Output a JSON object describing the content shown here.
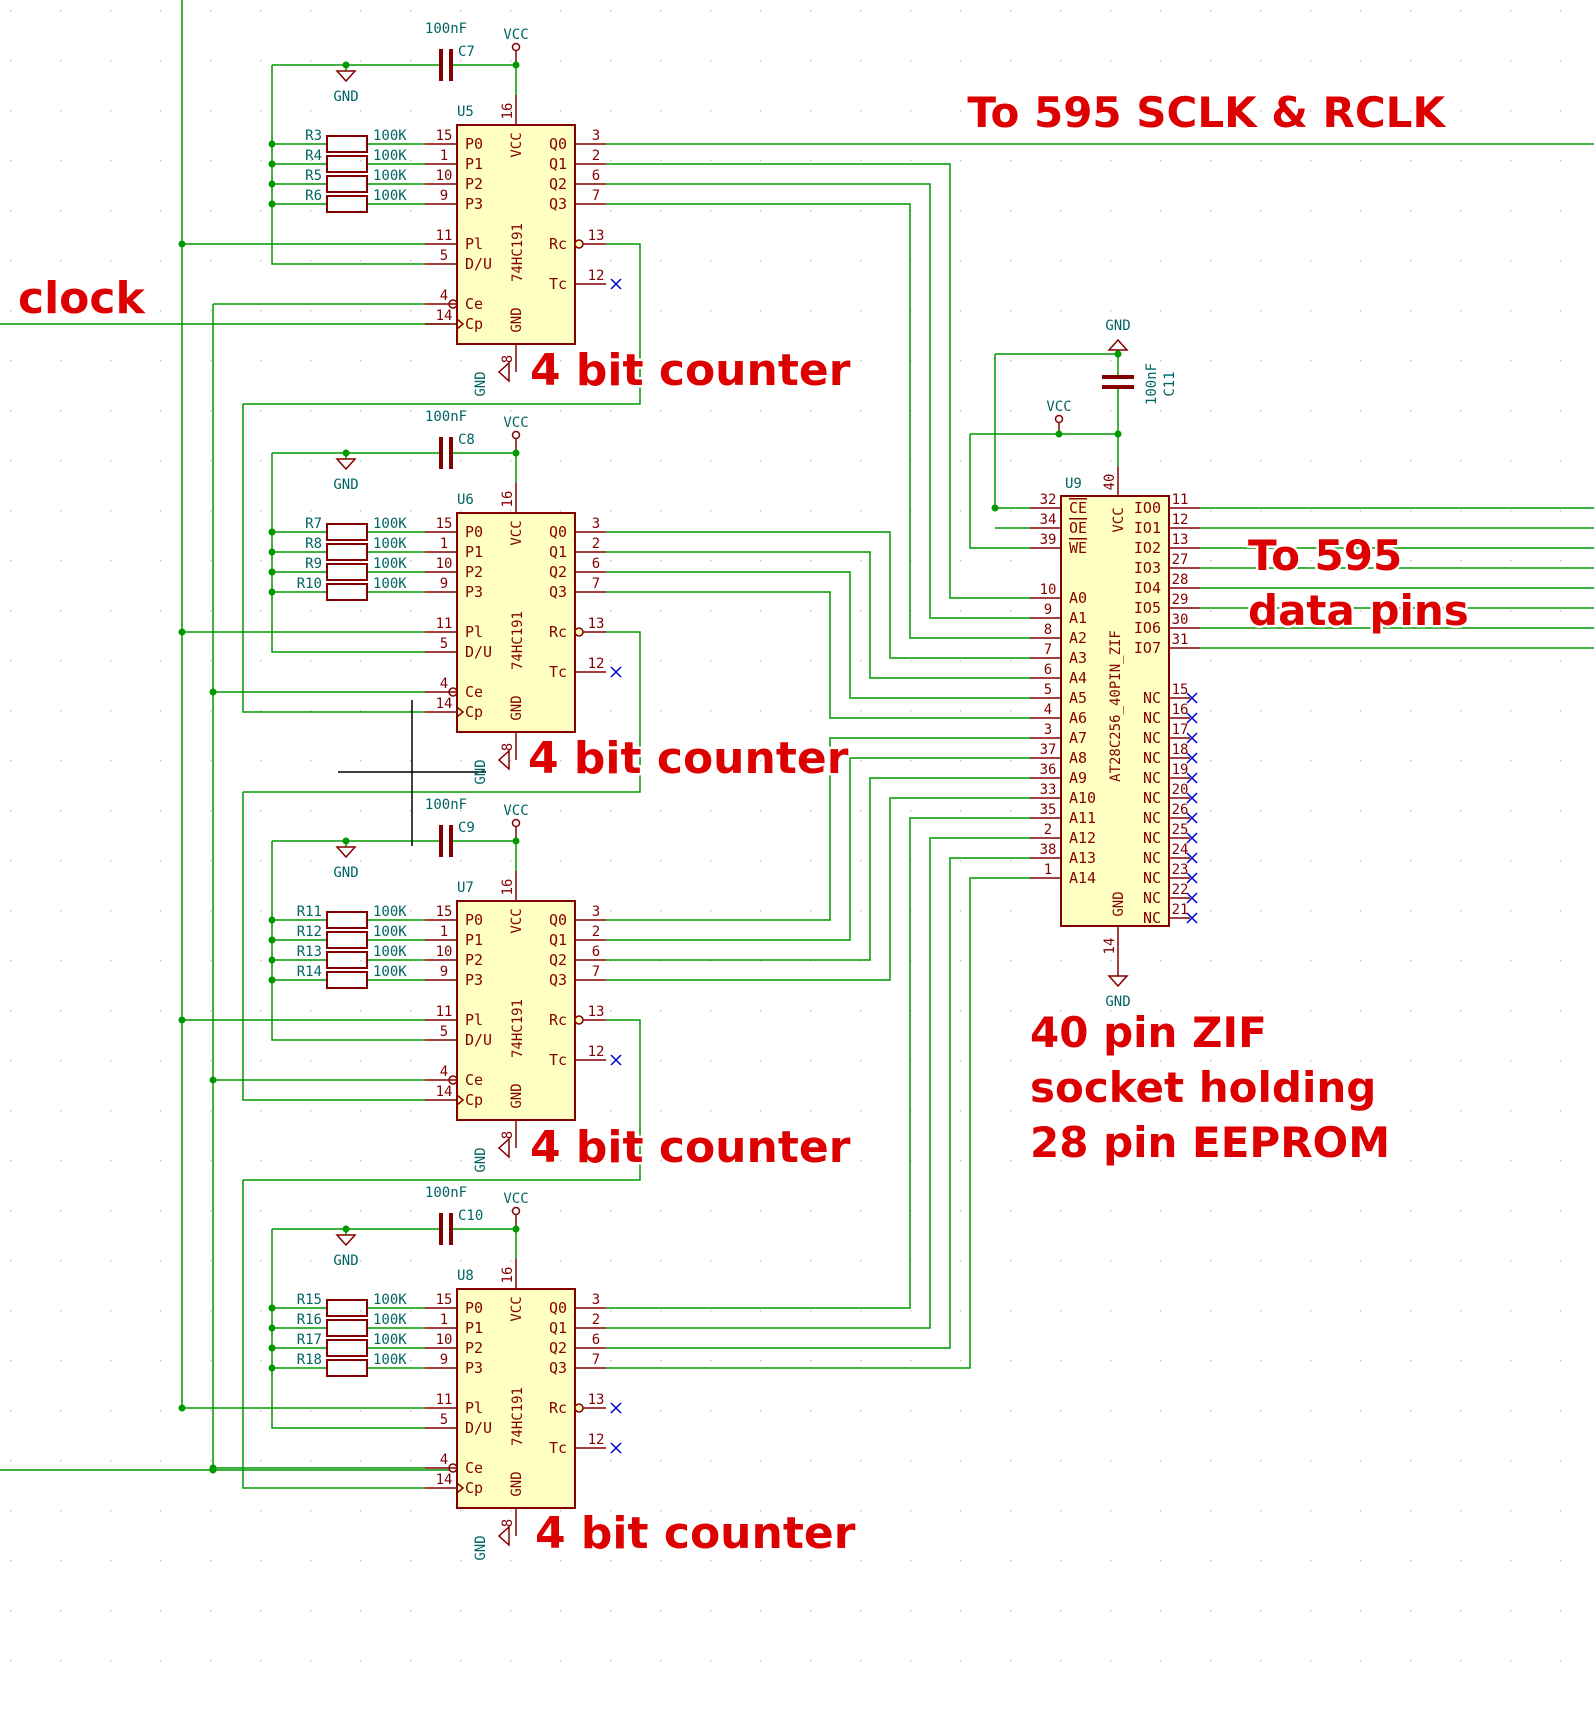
{
  "colors": {
    "background": "#ffffff",
    "grid_dot": "#b4b4b4",
    "wire": "#009900",
    "junction": "#009900",
    "component_outline": "#840000",
    "component_fill": "#ffffc2",
    "pin_text": "#840000",
    "ref_text": "#006464",
    "value_text": "#006464",
    "power_text": "#006464",
    "no_connect": "#0000c8",
    "annotation": "#dd0000",
    "annotation_halo": "#ffffff",
    "stray_line": "#000000"
  },
  "annotations": {
    "clock": "clock",
    "sclk": "To 595 SCLK & RCLK",
    "data1": "To 595",
    "data2": "data pins",
    "counter": "4 bit counter",
    "zif1": "40 pin ZIF",
    "zif2": "socket holding",
    "zif3": "28 pin EEPROM"
  },
  "power": {
    "vcc": "VCC",
    "gnd": "GND"
  },
  "counter_part": "74HC191",
  "counter_pins_left": [
    {
      "num": "15",
      "name": "P0"
    },
    {
      "num": "1",
      "name": "P1"
    },
    {
      "num": "10",
      "name": "P2"
    },
    {
      "num": "9",
      "name": "P3"
    },
    {
      "num": "11",
      "name": "Pl"
    },
    {
      "num": "5",
      "name": "D/U"
    },
    {
      "num": "4",
      "name": "Ce"
    },
    {
      "num": "14",
      "name": "Cp"
    }
  ],
  "counter_pins_right": [
    {
      "num": "3",
      "name": "Q0"
    },
    {
      "num": "2",
      "name": "Q1"
    },
    {
      "num": "6",
      "name": "Q2"
    },
    {
      "num": "7",
      "name": "Q3"
    },
    {
      "num": "13",
      "name": "Rc"
    },
    {
      "num": "12",
      "name": "Tc"
    }
  ],
  "counter_pin_top": {
    "num": "16",
    "name": "VCC"
  },
  "counter_pin_bottom": {
    "num": "8",
    "name": "GND"
  },
  "counters": [
    {
      "ref": "U5",
      "cap_ref": "C7",
      "cap_value": "100nF",
      "resistors": [
        "R3",
        "R4",
        "R5",
        "R6"
      ],
      "res_value": "100K"
    },
    {
      "ref": "U6",
      "cap_ref": "C8",
      "cap_value": "100nF",
      "resistors": [
        "R7",
        "R8",
        "R9",
        "R10"
      ],
      "res_value": "100K"
    },
    {
      "ref": "U7",
      "cap_ref": "C9",
      "cap_value": "100nF",
      "resistors": [
        "R11",
        "R12",
        "R13",
        "R14"
      ],
      "res_value": "100K"
    },
    {
      "ref": "U8",
      "cap_ref": "C10",
      "cap_value": "100nF",
      "resistors": [
        "R15",
        "R16",
        "R17",
        "R18"
      ],
      "res_value": "100K"
    }
  ],
  "eeprom": {
    "ref": "U9",
    "part": "AT28C256_40PIN_ZIF",
    "cap_ref": "C11",
    "cap_value": "100nF",
    "top_pin": {
      "num": "40",
      "name": "VCC"
    },
    "bottom_pin": {
      "num": "14",
      "name": "GND"
    },
    "control_pins": [
      {
        "num": "32",
        "name": "CE"
      },
      {
        "num": "34",
        "name": "OE"
      },
      {
        "num": "39",
        "name": "WE"
      }
    ],
    "address_pins": [
      {
        "num": "10",
        "name": "A0"
      },
      {
        "num": "9",
        "name": "A1"
      },
      {
        "num": "8",
        "name": "A2"
      },
      {
        "num": "7",
        "name": "A3"
      },
      {
        "num": "6",
        "name": "A4"
      },
      {
        "num": "5",
        "name": "A5"
      },
      {
        "num": "4",
        "name": "A6"
      },
      {
        "num": "3",
        "name": "A7"
      },
      {
        "num": "37",
        "name": "A8"
      },
      {
        "num": "36",
        "name": "A9"
      },
      {
        "num": "33",
        "name": "A10"
      },
      {
        "num": "35",
        "name": "A11"
      },
      {
        "num": "2",
        "name": "A12"
      },
      {
        "num": "38",
        "name": "A13"
      },
      {
        "num": "1",
        "name": "A14"
      }
    ],
    "io_pins": [
      {
        "num": "11",
        "name": "IO0"
      },
      {
        "num": "12",
        "name": "IO1"
      },
      {
        "num": "13",
        "name": "IO2"
      },
      {
        "num": "27",
        "name": "IO3"
      },
      {
        "num": "28",
        "name": "IO4"
      },
      {
        "num": "29",
        "name": "IO5"
      },
      {
        "num": "30",
        "name": "IO6"
      },
      {
        "num": "31",
        "name": "IO7"
      }
    ],
    "nc_pins": [
      {
        "num": "15",
        "name": "NC"
      },
      {
        "num": "16",
        "name": "NC"
      },
      {
        "num": "17",
        "name": "NC"
      },
      {
        "num": "18",
        "name": "NC"
      },
      {
        "num": "19",
        "name": "NC"
      },
      {
        "num": "20",
        "name": "NC"
      },
      {
        "num": "26",
        "name": "NC"
      },
      {
        "num": "25",
        "name": "NC"
      },
      {
        "num": "24",
        "name": "NC"
      },
      {
        "num": "23",
        "name": "NC"
      },
      {
        "num": "22",
        "name": "NC"
      },
      {
        "num": "21",
        "name": "NC"
      }
    ]
  }
}
